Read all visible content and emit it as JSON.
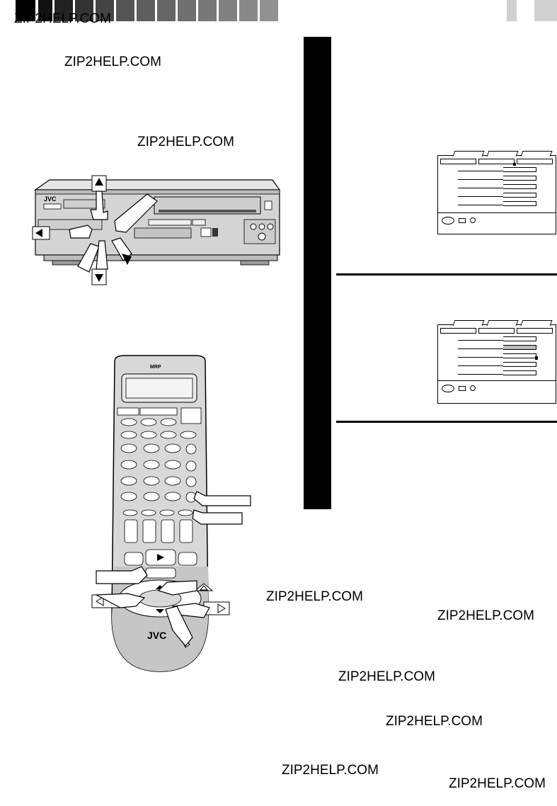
{
  "watermarks": [
    "ZIP2HELP.COM",
    "ZIP2HELP.COM",
    "ZIP2HELP.COM",
    "ZIP2HELP.COM",
    "ZIP2HELP.COM",
    "ZIP2HELP.COM",
    "ZIP2HELP.COM",
    "ZIP2HELP.COM",
    "ZIP2HELP.COM"
  ],
  "vcr": {
    "brand": "JVC"
  },
  "remote": {
    "brand": "JVC",
    "top_label": "MRP"
  },
  "icons": [
    "arrow-up-icon",
    "arrow-down-icon",
    "arrow-left-icon",
    "arrow-right-icon",
    "hand-pointer-icon"
  ]
}
